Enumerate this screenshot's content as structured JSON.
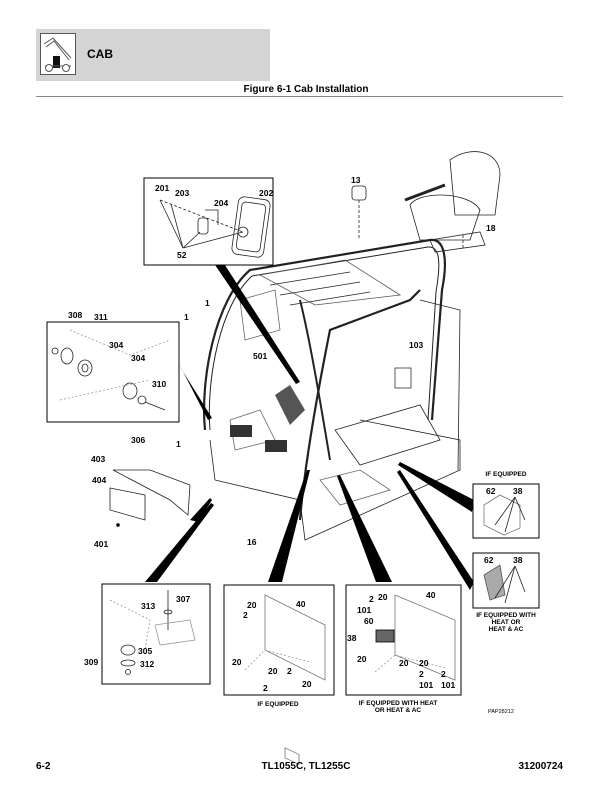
{
  "header": {
    "section_title": "CAB",
    "icon": "telehandler-icon"
  },
  "figure": {
    "title": "Figure 6-1 Cab Installation",
    "drawing_id": "PAP28212",
    "callouts": {
      "mirror": [
        "201",
        "203",
        "204",
        "202",
        "52"
      ],
      "seat": [
        "13",
        "18"
      ],
      "hinge": [
        "308",
        "311",
        "304",
        "304",
        "310",
        "306"
      ],
      "cab": [
        "1",
        "1",
        "1",
        "501",
        "103",
        "16"
      ],
      "guard": [
        "403",
        "404",
        "401"
      ],
      "mount": [
        "307",
        "313",
        "305",
        "312",
        "309"
      ],
      "panel_a": [
        "20",
        "2",
        "40",
        "20",
        "20",
        "2",
        "2",
        "20"
      ],
      "panel_b": [
        "2",
        "101",
        "20",
        "40",
        "60",
        "38",
        "20",
        "20",
        "20",
        "2",
        "101",
        "2",
        "101"
      ],
      "filter_a": [
        "62",
        "38"
      ],
      "filter_b": [
        "62",
        "38"
      ]
    },
    "captions": {
      "filter_a": "IF EQUIPPED",
      "filter_b": [
        "IF EQUIPPED WITH",
        "HEAT OR",
        "HEAT & AC"
      ],
      "panel_a": "IF EQUIPPED",
      "panel_b": [
        "IF EQUIPPED WITH HEAT",
        "OR HEAT & AC"
      ]
    }
  },
  "footer": {
    "page_number": "6-2",
    "models": "TL1055C, TL1255C",
    "doc_number": "31200724"
  }
}
